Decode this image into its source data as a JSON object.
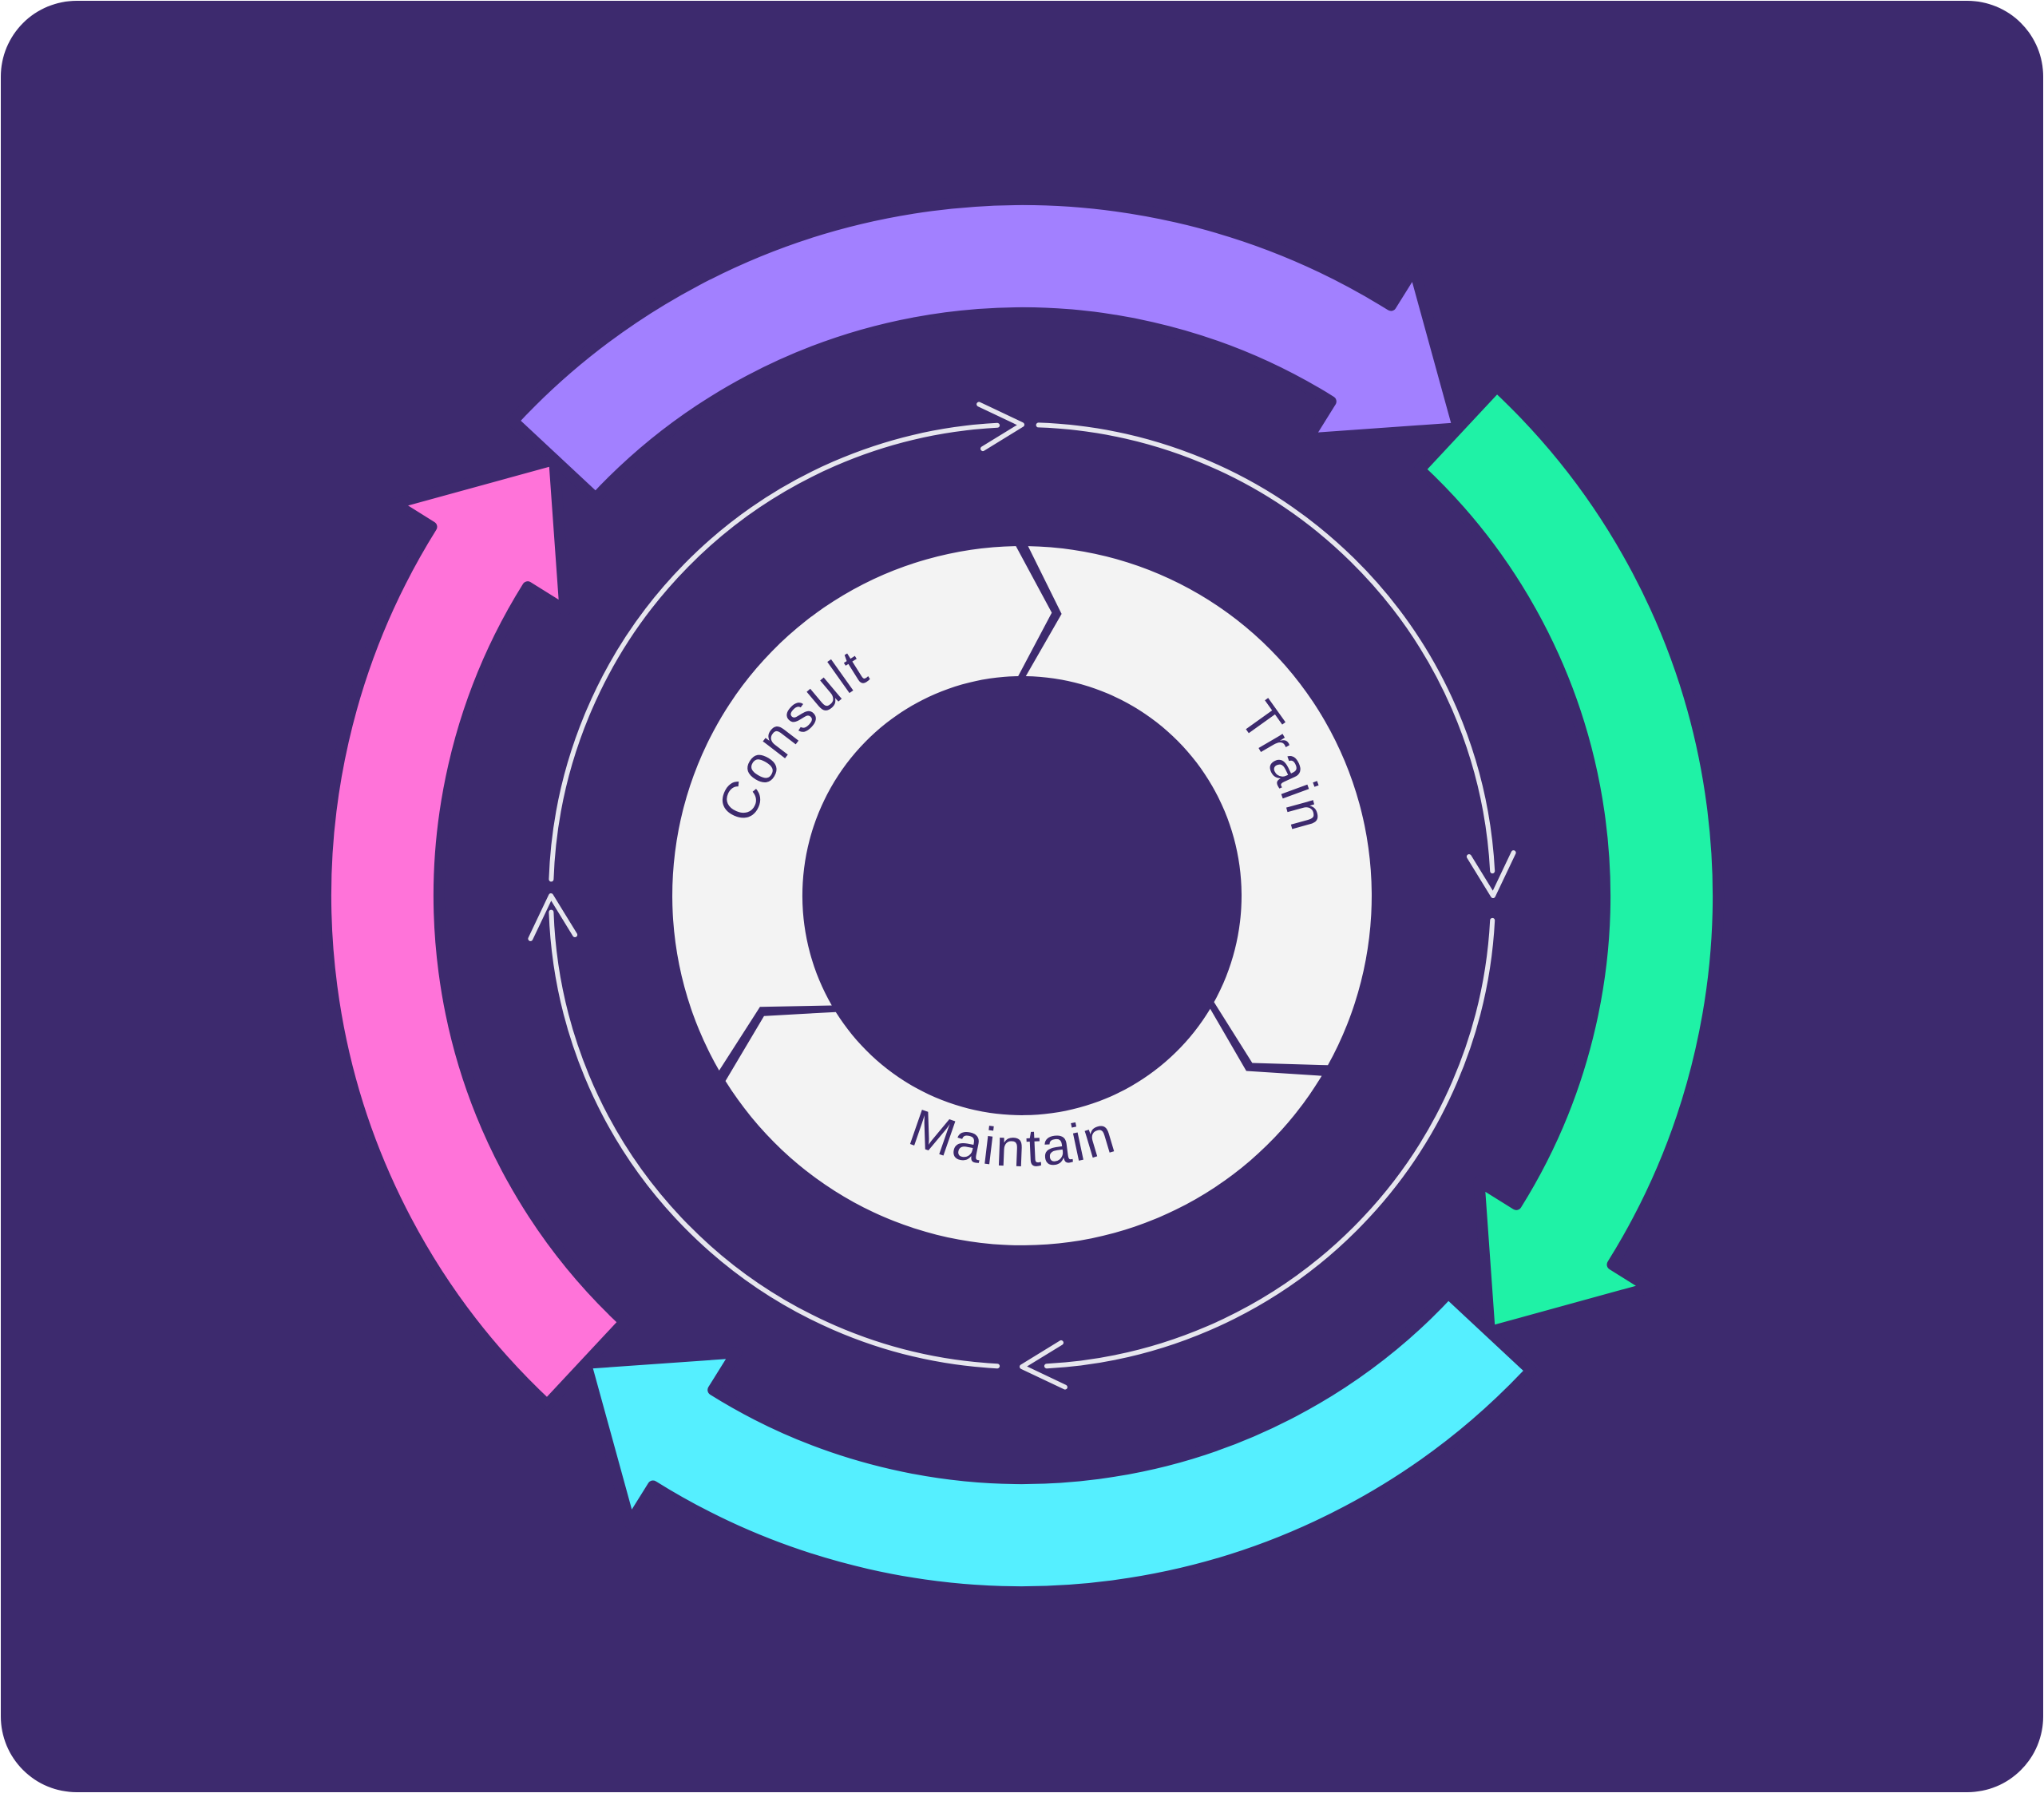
{
  "colors": {
    "background": "#3D2A6E",
    "purple_arrow": "#A280FF",
    "green_arrow": "#1FF2A6",
    "cyan_arrow": "#55EFFF",
    "pink_arrow": "#FF73D9",
    "ring_segment": "#F3F3F3",
    "middle_ring": "#E6E6EE",
    "label_text": "#3D2A6E"
  },
  "segments": [
    {
      "label": "Consult",
      "icon": "cycle-segment-consult"
    },
    {
      "label": "Train",
      "icon": "cycle-segment-train"
    },
    {
      "label": "Maintain",
      "icon": "cycle-segment-maintain"
    }
  ]
}
